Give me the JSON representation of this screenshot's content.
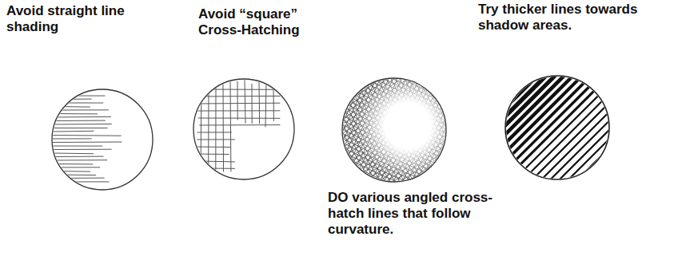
{
  "diagram": {
    "labels": [
      "Avoid straight line shading",
      "Avoid “square” Cross-Hatching",
      "Try thicker lines towards shadow areas.",
      "DO various angled cross-hatch lines that follow curvature."
    ]
  }
}
